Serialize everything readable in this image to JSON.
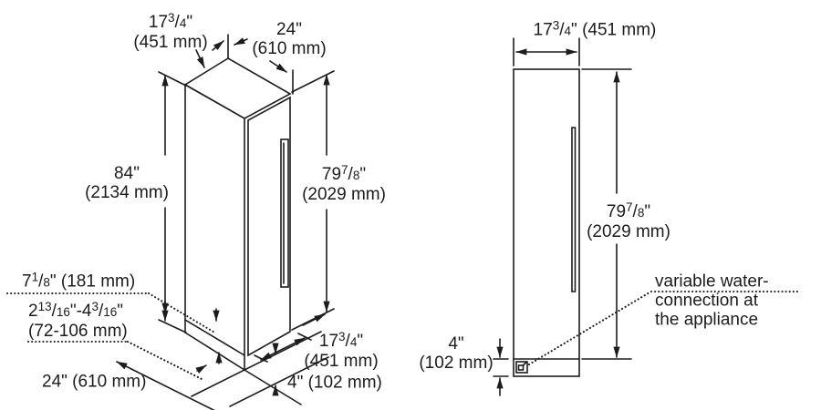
{
  "left_view": {
    "width_top1": "17{3/4}\"",
    "width_top2": "(451 mm)",
    "depth_top1": "24\"",
    "depth_top2": "(610 mm)",
    "height_total1": "84\"",
    "height_total2": "(2134 mm)",
    "height_door1": "79{7/8}\"",
    "height_door2": "(2029 mm)",
    "rear_step": "7{1/8}\" (181 mm)",
    "base_range1": "2{13/16}\"-4{3/16}\"",
    "base_range2": "(72-106 mm)",
    "depth_bottom": "24\" (610 mm)",
    "width_bottom1": "17{3/4}\"",
    "width_bottom2": "(451 mm)",
    "base_height": "4\" (102 mm)"
  },
  "right_view": {
    "width_top": "17{3/4}\" (451 mm)",
    "height1": "79{7/8}\"",
    "height2": "(2029 mm)",
    "base1": "4\"",
    "base2": "(102 mm)",
    "note1": "variable water-",
    "note2": "connection at",
    "note3": "the appliance"
  },
  "colors": {
    "line": "#1c1c1c",
    "background": "#ffffff"
  }
}
